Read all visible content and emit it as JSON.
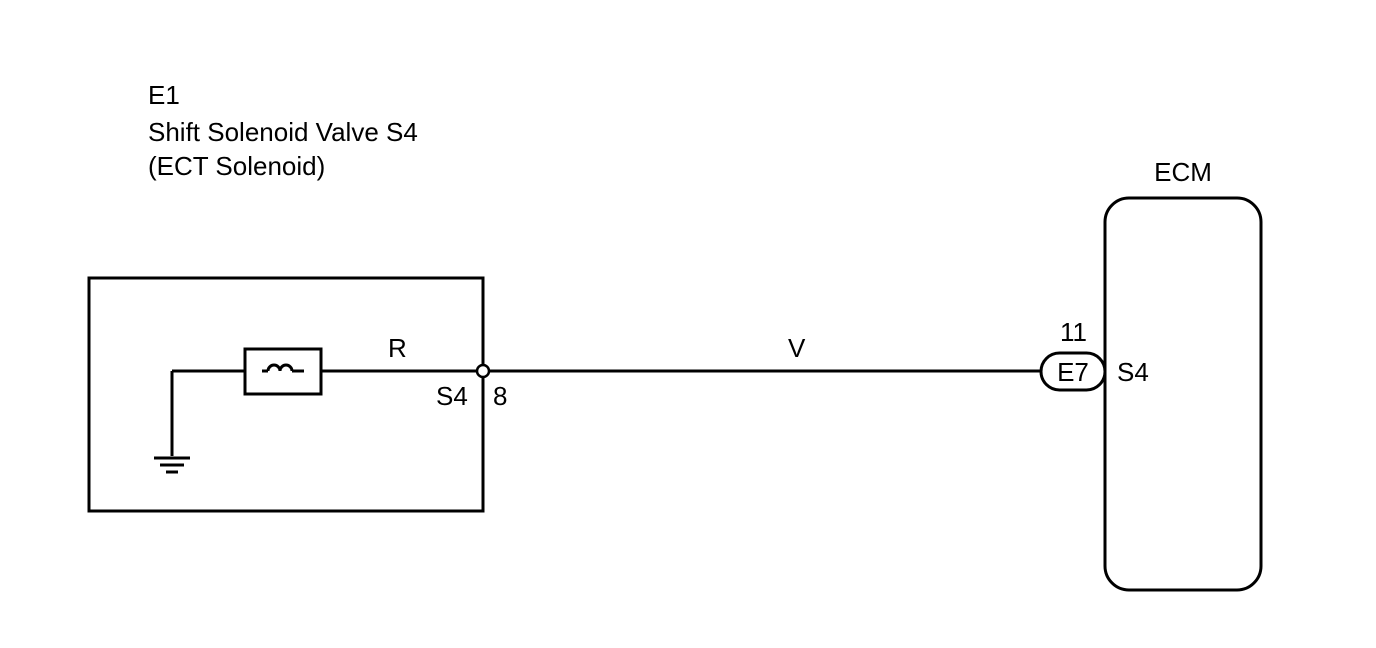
{
  "component": {
    "code": "E1",
    "name": "Shift Solenoid Valve S4",
    "subtitle": "(ECT Solenoid)"
  },
  "ecu": {
    "name": "ECM",
    "connector": "E7",
    "pin_number": "11",
    "pin_signal": "S4"
  },
  "wires": {
    "internal_color": "R",
    "harness_color": "V"
  },
  "component_terminal": {
    "signal": "S4",
    "pin": "8"
  },
  "colors": {
    "line": "#000000",
    "background": "#ffffff"
  }
}
